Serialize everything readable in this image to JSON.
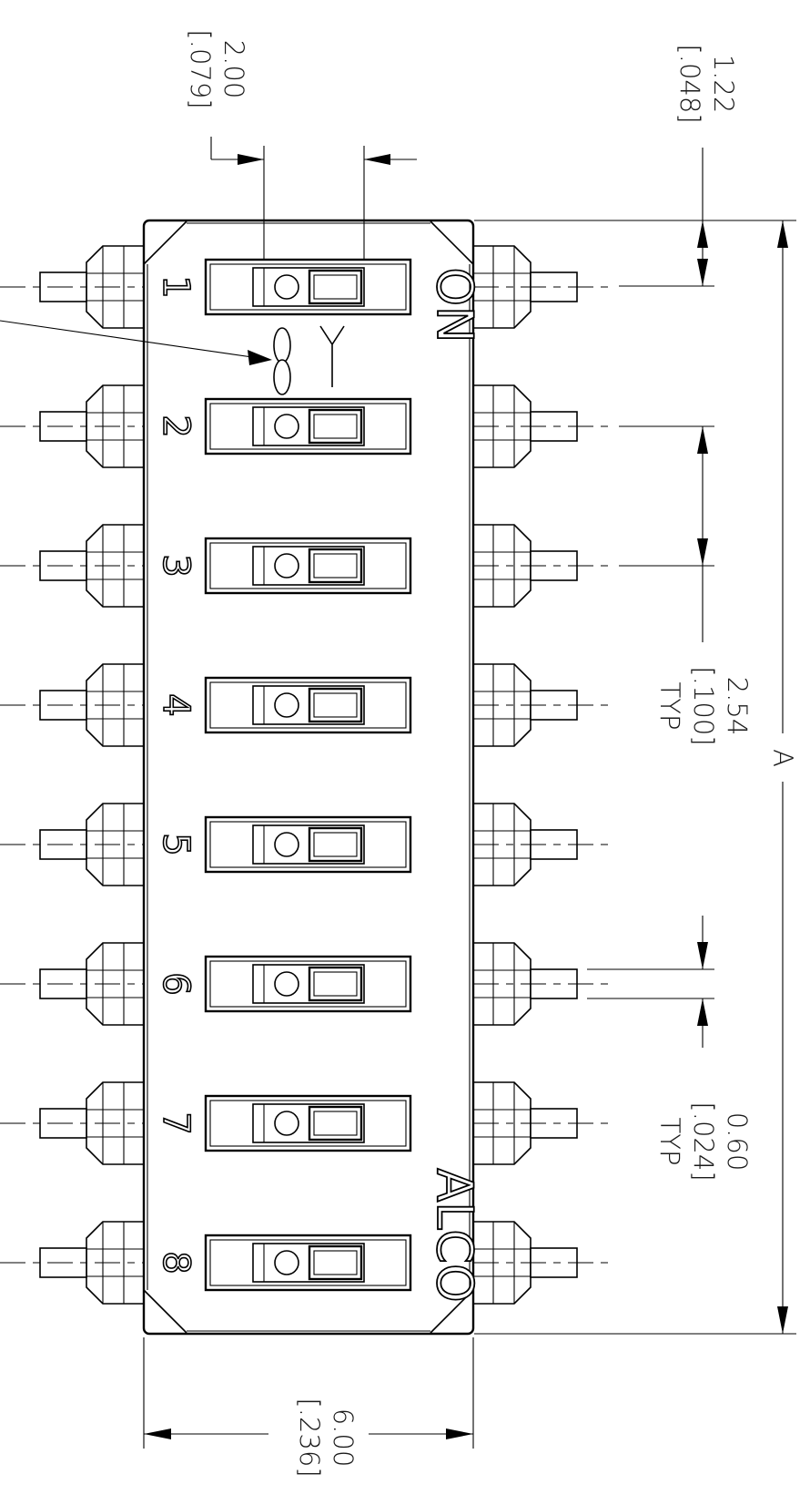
{
  "labels": {
    "on": "ON",
    "brand": "ALCO",
    "switch_numbers": [
      "1",
      "2",
      "3",
      "4",
      "5",
      "6",
      "7",
      "8"
    ],
    "overall_length": "A",
    "typ": "TYP"
  },
  "dimensions": {
    "actuator_width": {
      "mm": "2.00",
      "inch": "[.079]"
    },
    "end_offset": {
      "mm": "1.22",
      "inch": "[.048]"
    },
    "pitch": {
      "mm": "2.54",
      "inch": "[.100]"
    },
    "lead_width": {
      "mm": "0.60",
      "inch": "[.024]"
    },
    "body_width": {
      "mm": "6.00",
      "inch": "[.236]"
    }
  }
}
